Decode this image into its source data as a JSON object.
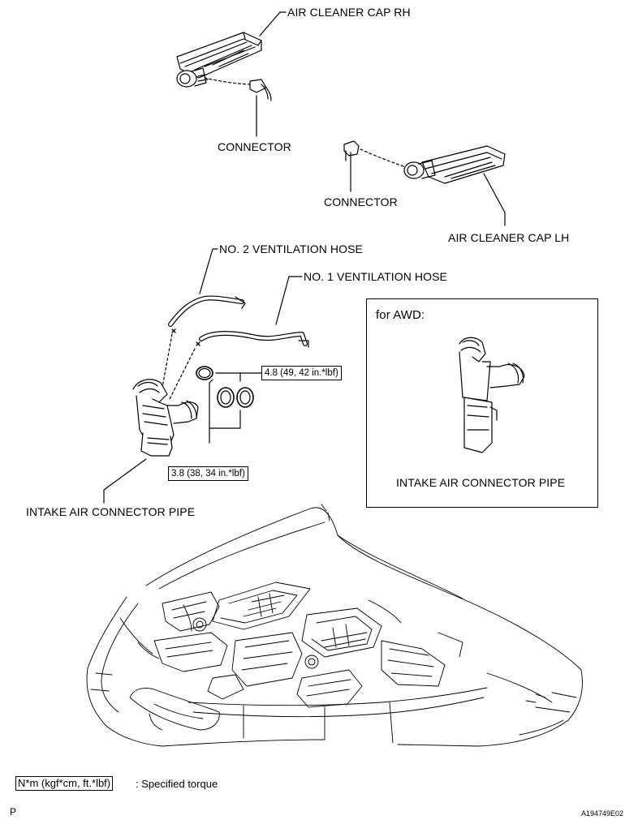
{
  "labels": {
    "air_cleaner_cap_rh": "AIR CLEANER CAP RH",
    "connector_1": "CONNECTOR",
    "connector_2": "CONNECTOR",
    "air_cleaner_cap_lh": "AIR CLEANER CAP LH",
    "no2_ventilation_hose": "NO. 2 VENTILATION HOSE",
    "no1_ventilation_hose": "NO. 1 VENTILATION HOSE",
    "intake_air_connector_pipe": "INTAKE AIR CONNECTOR PIPE",
    "awd_title": "for AWD:",
    "awd_intake_air_connector_pipe": "INTAKE AIR CONNECTOR PIPE"
  },
  "torques": {
    "upper_clamp": "4.8 (49, 42 in.*lbf)",
    "lower_clamp": "3.8 (38, 34 in.*lbf)"
  },
  "legend": {
    "unit_box": "N*m (kgf*cm, ft.*lbf)",
    "description": ": Specified torque"
  },
  "footer": {
    "left_mark": "P",
    "figure_id": "A194749E02"
  }
}
